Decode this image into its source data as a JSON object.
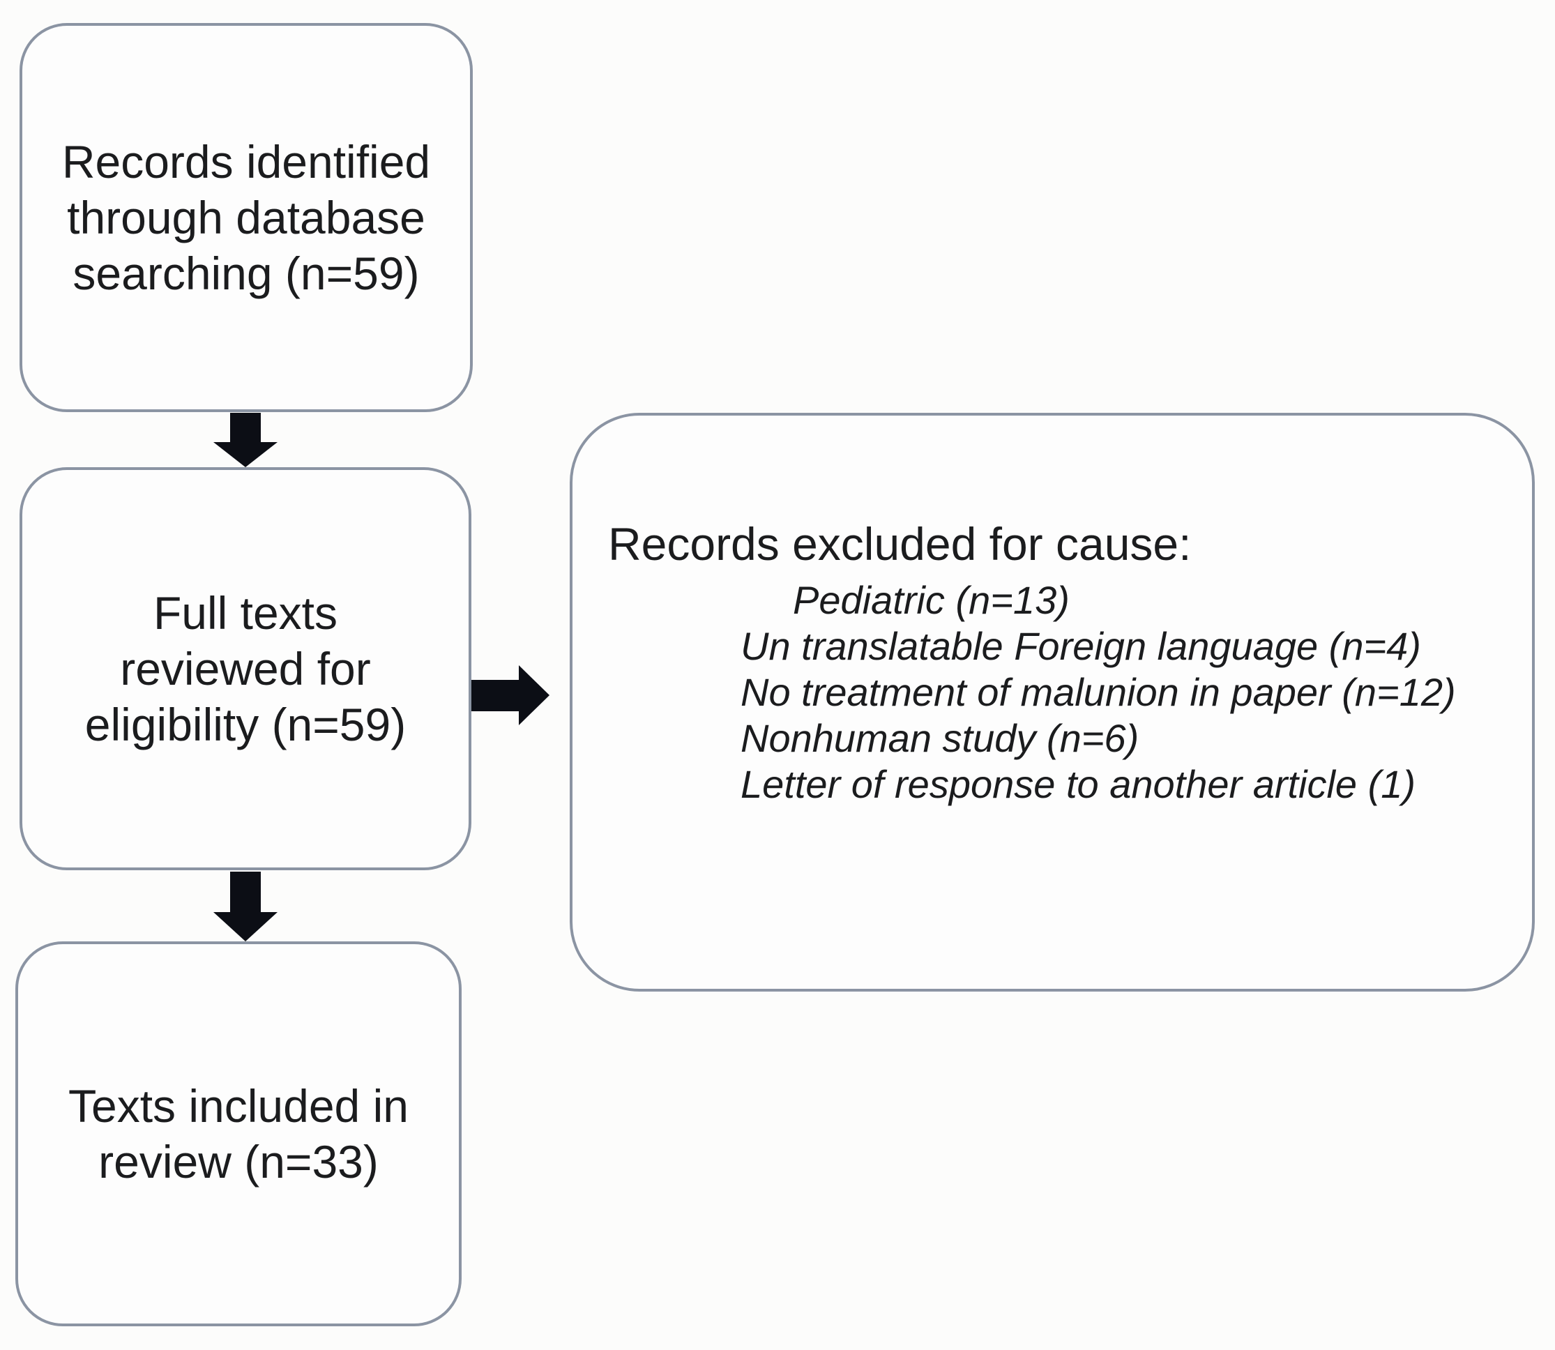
{
  "theme": {
    "background": "#fcfcfb",
    "box_fill": "#fdfdfd",
    "border_color": "#8b94a3",
    "arrow_color": "#0c0e15",
    "text_color": "#1b1c1e"
  },
  "flowchart": {
    "identified_box": {
      "lines": [
        "Records identified",
        "through database",
        "searching (n=59)"
      ]
    },
    "reviewed_box": {
      "lines": [
        "Full texts",
        "reviewed for",
        "eligibility (n=59)"
      ]
    },
    "included_box": {
      "lines": [
        "Texts included in",
        "review (n=33)"
      ]
    },
    "excluded_box": {
      "header": "Records excluded for cause:",
      "reasons": [
        "Pediatric (n=13)",
        "Un translatable Foreign language (n=4)",
        "No treatment of malunion in paper (n=12)",
        "Nonhuman study (n=6)",
        "Letter of response to another article (1)"
      ]
    }
  }
}
